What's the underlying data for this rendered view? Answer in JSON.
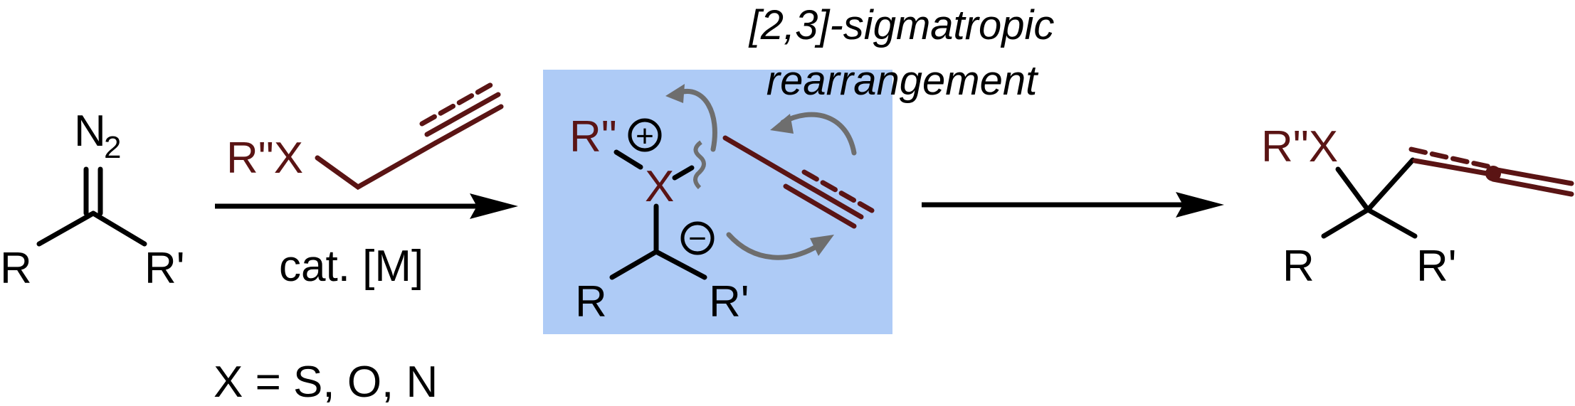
{
  "colors": {
    "black": "#000000",
    "maroon": "#5a1414",
    "box_fill": "#aecbf6",
    "grey": "#6e6e6e"
  },
  "reactant": {
    "n2": "N",
    "n2_sub": "2",
    "r_left": "R",
    "r_right": "R'"
  },
  "arrow1": {
    "reagent_rx": "R\"X",
    "catalyst": "cat. [M]"
  },
  "note": "X = S, O, N",
  "intermediate": {
    "r_double": "R\"",
    "x": "X",
    "plus": "+",
    "minus": "−",
    "r_left": "R",
    "r_right": "R'"
  },
  "arrow2": {
    "line1": "[2,3]-sigmatropic",
    "line2": "rearrangement"
  },
  "product": {
    "rx": "R\"X",
    "r_left": "R",
    "r_right": "R'"
  }
}
